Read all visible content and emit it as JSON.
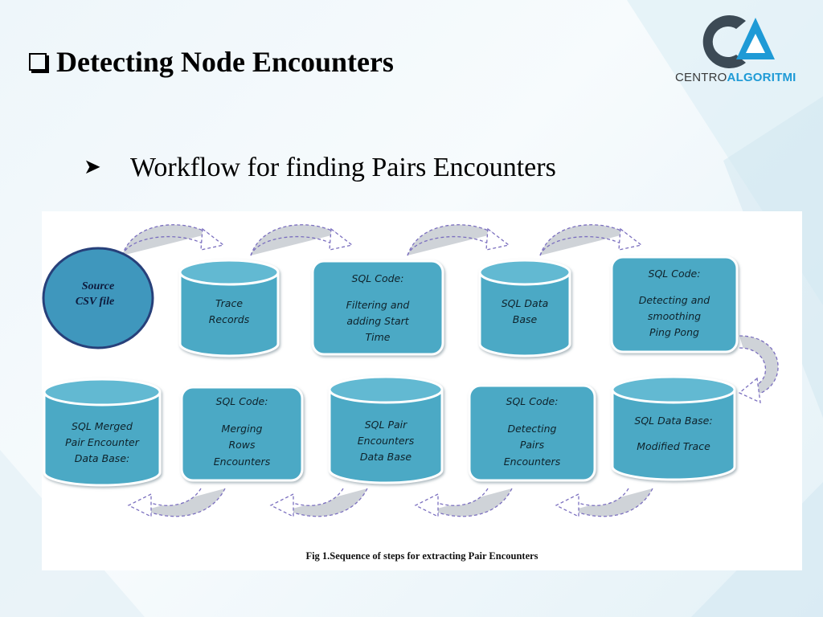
{
  "slide": {
    "title": "Detecting Node Encounters",
    "bullet": "Workflow for finding Pairs Encounters"
  },
  "logo": {
    "part1": "CENTRO",
    "part2": "ALGORITMI",
    "colors": {
      "dark": "#3c4a55",
      "accent": "#1e9ad6"
    }
  },
  "diagram": {
    "colors": {
      "node_fill": "#4ba9c5",
      "node_top": "#62b9d2",
      "source_fill": "#3f97bd",
      "source_border": "#27407a",
      "arrow_fill": "#cfd3d8",
      "arrow_stroke": "#7b6fbf"
    },
    "source": {
      "line1": "Source",
      "line2": "CSV file"
    },
    "trace_records": {
      "line1": "Trace",
      "line2": "Records"
    },
    "filtering": {
      "line1": "SQL Code:",
      "line2": "Filtering and",
      "line3": "adding Start",
      "line4": "Time"
    },
    "sql_database": {
      "line1": "SQL  Data",
      "line2": "Base"
    },
    "ping_pong": {
      "line1": "SQL Code:",
      "line2": "Detecting and",
      "line3": "smoothing",
      "line4": "Ping Pong"
    },
    "modified_trace": {
      "line1": "SQL Data Base:",
      "line2": "Modified Trace"
    },
    "detecting_pairs": {
      "line1": "SQL Code:",
      "line2": "Detecting",
      "line3": "Pairs",
      "line4": "Encounters"
    },
    "pair_encounters_db": {
      "line1": "SQL  Pair",
      "line2": "Encounters",
      "line3": "Data Base"
    },
    "merging": {
      "line1": "SQL Code:",
      "line2": "Merging",
      "line3": "Rows",
      "line4": "Encounters"
    },
    "merged_db": {
      "line1": "SQL  Merged",
      "line2": "Pair Encounter",
      "line3": "Data Base:"
    },
    "caption": "Fig 1.Sequence of steps for extracting Pair Encounters"
  }
}
